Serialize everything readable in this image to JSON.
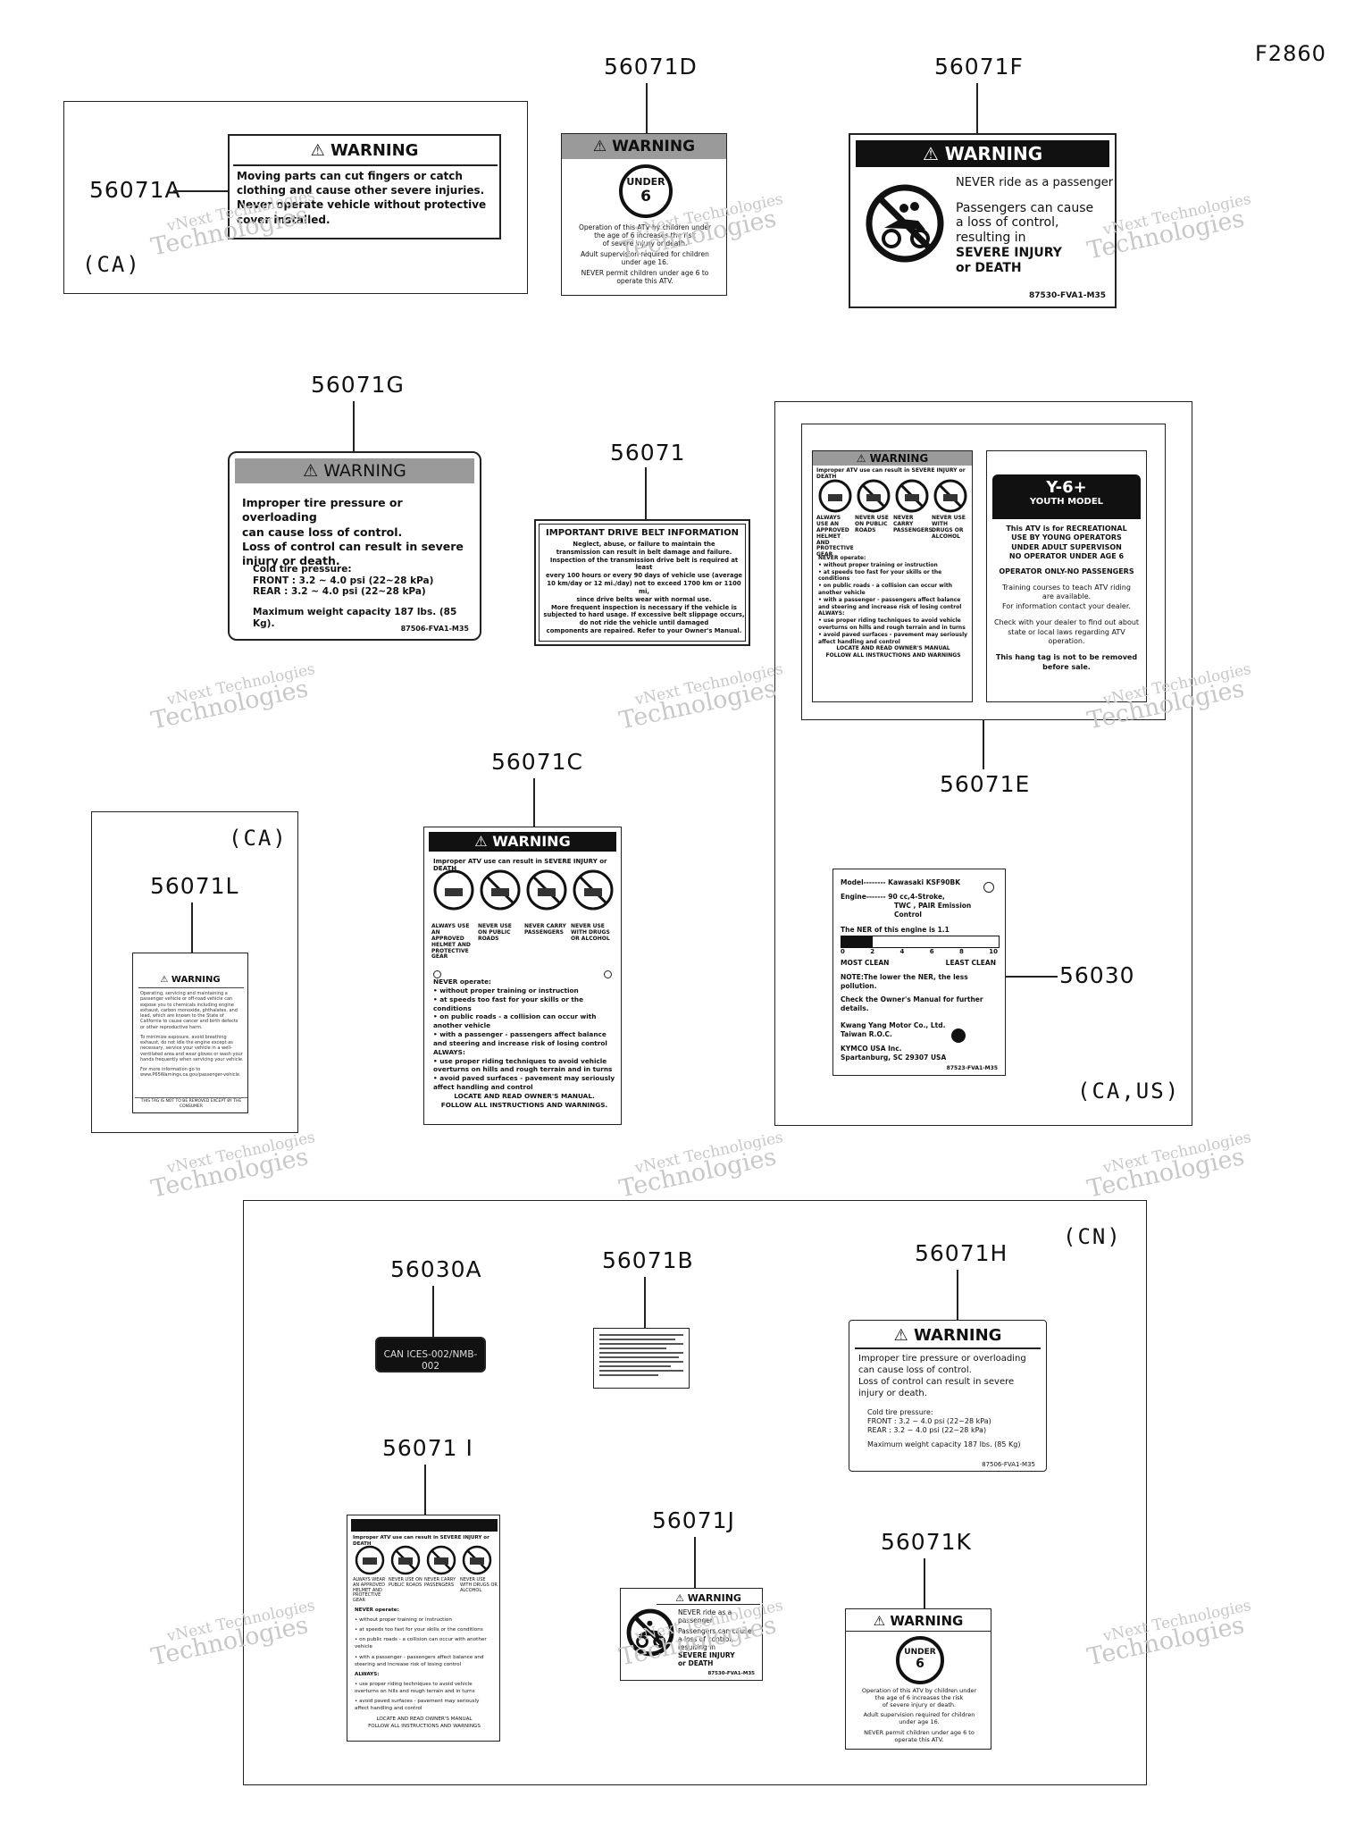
{
  "figure_code": "F2860",
  "regions": {
    "ca_top": "(CA)",
    "ca_mid": "(CA)",
    "ca_us": "(CA,US)",
    "cn": "(CN)"
  },
  "callouts": {
    "c56071A": "56071A",
    "c56071D": "56071D",
    "c56071F": "56071F",
    "c56071G": "56071G",
    "c56071": "56071",
    "c56071E": "56071E",
    "c56071L": "56071L",
    "c56071C": "56071C",
    "c56030": "56030",
    "c56030A": "56030A",
    "c56071B": "56071B",
    "c56071H": "56071H",
    "c56071I": "56071 I",
    "c56071J": "56071J",
    "c56071K": "56071K"
  },
  "label_A": {
    "title": "WARNING",
    "l1": "Moving parts can cut fingers or catch",
    "l2": "clothing and cause other severe injuries.",
    "l3": "Never operate vehicle without protective",
    "l4": "cover installed."
  },
  "label_D": {
    "title": "WARNING",
    "sign1": "UNDER",
    "sign2": "6",
    "l1": "Operation of this ATV by children under",
    "l2": "the age of 6 increases the risk",
    "l3": "of severe injury or death.",
    "l4": "Adult supervision required for children",
    "l5": "under age 16.",
    "l6": "NEVER permit children under age 6 to",
    "l7": "operate this ATV."
  },
  "label_F": {
    "title": "WARNING",
    "l1": "NEVER ride as a passenger",
    "l2": "Passengers can cause",
    "l3": "a loss of control,",
    "l4": "resulting in",
    "l5": "SEVERE INJURY",
    "l6": "or DEATH",
    "code": "87530-FVA1-M35"
  },
  "label_G": {
    "title": "WARNING",
    "l1": "Improper tire pressure or overloading",
    "l2": "can cause loss of control.",
    "l3": "Loss of control can result in severe",
    "l4": "injury or death.",
    "l5": "Cold tire pressure:",
    "l6": "FRONT : 3.2 ~ 4.0 psi (22~28 kPa)",
    "l7": "REAR   : 3.2 ~ 4.0 psi (22~28 kPa)",
    "l8": "Maximum weight capacity 187 lbs. (85 Kg).",
    "code": "87506-FVA1-M35"
  },
  "label_56071": {
    "title": "IMPORTANT DRIVE BELT INFORMATION",
    "l1": "Neglect, abuse, or failure to maintain the",
    "l2": "transmission can result in belt damage and failure.",
    "l3": "Inspection of the transmission drive belt is required at least",
    "l4": "every 100 hours or every 90 days of vehicle use (average",
    "l5": "10 km/day or 12 mi./day) not to exceed 1700 km or 1100 mi,",
    "l6": "since drive belts wear with normal use.",
    "l7": "More frequent inspection is necessary if the vehicle is",
    "l8": "subjected to hard usage. If excessive belt slippage occurs,",
    "l9": "do not ride the vehicle until damaged",
    "l10": "components are repaired. Refer to your Owner's Manual."
  },
  "label_E_left": {
    "title": "WARNING",
    "l1": "Improper ATV use can result in SEVERE INJURY or DEATH",
    "i1": "ALWAYS USE AN APPROVED HELMET AND PROTECTIVE GEAR",
    "i2": "NEVER USE ON PUBLIC ROADS",
    "i3": "NEVER CARRY PASSENGERS",
    "i4": "NEVER USE WITH DRUGS OR ALCOHOL",
    "n0": "NEVER operate:",
    "n1": "• without proper training or instruction",
    "n2": "• at speeds too fast for your skills or the conditions",
    "n3": "• on public roads - a collision can occur with another vehicle",
    "n4": "• with a passenger - passengers affect balance and steering and increase risk of losing control",
    "a0": "ALWAYS:",
    "a1": "• use proper riding techniques to avoid vehicle overturns on hills and rough terrain and in turns",
    "a2": "• avoid paved surfaces - pavement may seriously affect handling and control",
    "f1": "LOCATE AND READ OWNER'S MANUAL",
    "f2": "FOLLOW ALL INSTRUCTIONS AND WARNINGS"
  },
  "label_E_right": {
    "title": "Y-6+",
    "sub": "YOUTH MODEL",
    "l1": "This ATV is for RECREATIONAL",
    "l2": "USE BY YOUNG OPERATORS",
    "l3": "UNDER ADULT SUPERVISON",
    "l4": "NO OPERATOR UNDER AGE 6",
    "l5": "OPERATOR ONLY-NO PASSENGERS",
    "l6": "Training courses to teach ATV riding",
    "l7": "are available.",
    "l8": "For information contact your dealer.",
    "l9": "Check with your dealer to find out about",
    "l10": "state or local laws regarding ATV operation.",
    "l11": "This hang tag is not to be removed before sale."
  },
  "label_L": {
    "title": "WARNING",
    "p1": "Operating, servicing and maintaining a passenger vehicle or off-road vehicle can expose you to chemicals including engine exhaust, carbon monoxide, phthalates, and lead, which are known to the State of California to cause cancer and birth defects or other reproductive harm.",
    "p2": "To minimize exposure, avoid breathing exhaust, do not idle the engine except as necessary, service your vehicle in a well-ventilated area and wear gloves or wash your hands frequently when servicing your vehicle.",
    "p3": "For more information go to www.P65Warnings.ca.gov/passenger-vehicle.",
    "footer": "THIS TAG IS NOT TO BE REMOVED EXCEPT BY THE CONSUMER"
  },
  "label_C": {
    "title": "WARNING",
    "l1": "Improper ATV use can result in SEVERE INJURY or DEATH",
    "i1": "ALWAYS USE AN APPROVED HELMET AND PROTECTIVE GEAR",
    "i2": "NEVER USE ON PUBLIC ROADS",
    "i3": "NEVER CARRY PASSENGERS",
    "i4": "NEVER USE WITH DRUGS OR ALCOHOL",
    "n0": "NEVER operate:",
    "n1": "• without proper training or instruction",
    "n2": "• at speeds too fast for your skills or the conditions",
    "n3": "• on public roads - a collision can occur with another vehicle",
    "n4": "• with a passenger - passengers affect balance and steering and increase risk of losing control",
    "a0": "ALWAYS:",
    "a1": "• use proper riding techniques to avoid vehicle overturns on hills and rough terrain and in turns",
    "a2": "• avoid paved surfaces - pavement may seriously affect handling and control",
    "f1": "LOCATE AND READ OWNER'S MANUAL.",
    "f2": "FOLLOW ALL INSTRUCTIONS AND WARNINGS."
  },
  "label_56030": {
    "model": "Model-------- Kawasaki  KSF90BK",
    "engine": "Engine------- 90 cc,4-Stroke,",
    "engine2": "TWC , PAIR Emission Control",
    "ner": "The NER of this engine is 1.1",
    "scale": [
      "0",
      "2",
      "4",
      "6",
      "8",
      "10"
    ],
    "most": "MOST   CLEAN",
    "least": "LEAST  CLEAN",
    "note1": "NOTE:The lower the NER, the less",
    "note2": "pollution.",
    "check1": "Check the Owner's Manual for further",
    "check2": "details.",
    "maker1": "Kwang Yang Motor Co., Ltd.",
    "maker2": "Taiwan R.O.C.",
    "usa1": "KYMCO USA Inc.",
    "usa2": "Spartanburg, SC 29307 USA",
    "code": "87523-FVA1-M35"
  },
  "label_56030A": {
    "text": "CAN ICES-002/NMB-002"
  },
  "label_H": {
    "title": "WARNING",
    "l1": "Improper tire pressure or overloading",
    "l2": "can cause loss of control.",
    "l3": "Loss of control can result in severe",
    "l4": "injury or death.",
    "l5": "Cold tire pressure:",
    "l6": "FRONT : 3.2 ~ 4.0 psi (22~28 kPa)",
    "l7": "REAR   : 3.2 ~ 4.0 psi (22~28 kPa)",
    "l8": "Maximum weight capacity 187 lbs. (85 Kg)",
    "code": "87506-FVA1-M35"
  },
  "label_I": {
    "l1": "Improper ATV use can result in SEVERE INJURY or DEATH",
    "i1": "ALWAYS WEAR AN APPROVED HELMET AND PROTECTIVE GEAR",
    "i2": "NEVER USE ON PUBLIC ROADS",
    "i3": "NEVER CARRY PASSENGERS",
    "i4": "NEVER USE WITH DRUGS OR ALCOHOL",
    "n0": "NEVER operate:",
    "n1": "• without proper training or instruction",
    "n2": "• at speeds too fast for your skills or the conditions",
    "n3": "• on public roads - a collision can occur with another vehicle",
    "n4": "• with a passenger - passengers affect balance and steering and increase risk of losing control",
    "a0": "ALWAYS:",
    "a1": "• use proper riding techniques to avoid vehicle overturns on hills and rough terrain and in turns",
    "a2": "• avoid paved surfaces - pavement may seriously affect handling and control",
    "f1": "LOCATE AND READ OWNER'S MANUAL",
    "f2": "FOLLOW ALL INSTRUCTIONS AND WARNINGS"
  },
  "label_J": {
    "title": "WARNING",
    "l1": "NEVER ride as a passenger",
    "l2": "Passengers can cause",
    "l3": "a loss of control,",
    "l4": "resulting in",
    "l5": "SEVERE INJURY",
    "l6": "or DEATH",
    "code": "87530-FVA1-M35"
  },
  "label_K": {
    "title": "WARNING",
    "sign1": "UNDER",
    "sign2": "6",
    "l1": "Operation of this ATV by children under",
    "l2": "the age of 6 increases the risk",
    "l3": "of severe injury or death.",
    "l4": "Adult supervision required for children",
    "l5": "under age 16.",
    "l6": "NEVER permit children under age 6 to",
    "l7": "operate this ATV."
  },
  "watermark": {
    "small": "vNext Technologies",
    "big": "Technologies"
  }
}
